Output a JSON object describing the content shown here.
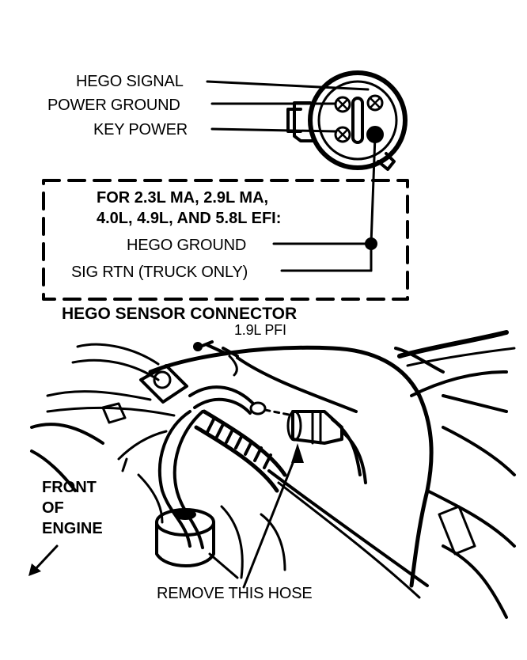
{
  "connector": {
    "pin_labels": {
      "hego_signal": "HEGO SIGNAL",
      "power_ground": "POWER GROUND",
      "key_power": "KEY POWER"
    },
    "efi_box": {
      "heading_line1": "FOR 2.3L MA, 2.9L MA,",
      "heading_line2": "4.0L, 4.9L, AND 5.8L EFI:",
      "hego_ground": "HEGO GROUND",
      "sig_rtn": "SIG RTN (TRUCK ONLY)"
    },
    "caption": "HEGO SENSOR CONNECTOR"
  },
  "engine": {
    "variant": "1.9L PFI",
    "front_label_1": "FRONT",
    "front_label_2": "OF",
    "front_label_3": "ENGINE",
    "callout": "REMOVE THIS HOSE"
  },
  "colors": {
    "ink": "#000000",
    "paper": "#ffffff"
  }
}
